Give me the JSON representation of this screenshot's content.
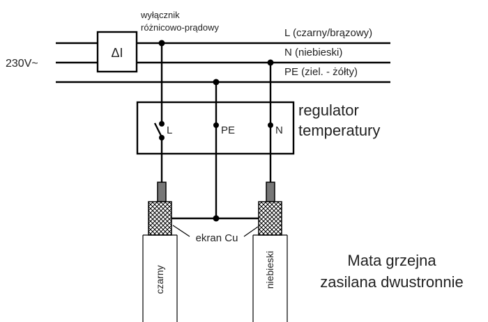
{
  "labels": {
    "breaker_line1": "wyłącznik",
    "breaker_line2": "różnicowo-prądowy",
    "breaker_symbol": "ΔI",
    "supply_voltage": "230V~",
    "line_l": "L (czarny/brązowy)",
    "line_n": "N (niebieski)",
    "line_pe": "PE (ziel. - żółty)",
    "regulator_line1": "regulator",
    "regulator_line2": "temperatury",
    "terminal_l": "L",
    "terminal_pe": "PE",
    "terminal_n": "N",
    "shield": "ekran Cu",
    "cable_left": "czarny",
    "cable_right": "niebieski",
    "mat_line1": "Mata grzejna",
    "mat_line2": "zasilana dwustronnie"
  },
  "colors": {
    "line": "#000000",
    "text": "#222222",
    "heat_shrink": "#777777"
  }
}
